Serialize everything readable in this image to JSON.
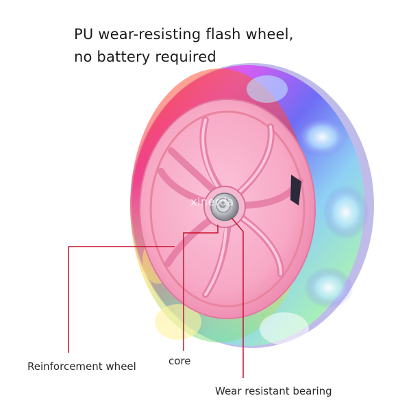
{
  "headline": {
    "line1": "PU wear-resisting flash wheel,",
    "line2": "no battery required"
  },
  "watermark": "xinerda",
  "labels": {
    "reinforcement": "Reinforcement wheel",
    "core": "core",
    "bearing": "Wear resistant bearing"
  },
  "colors": {
    "callout_line": "#c8102e",
    "hub_pink": "#f7a8c4",
    "ring_blue": "#7b6cf0",
    "ring_red": "#ff4a5a",
    "ring_yellow": "#ffd34a",
    "ring_green": "#7de08a"
  }
}
